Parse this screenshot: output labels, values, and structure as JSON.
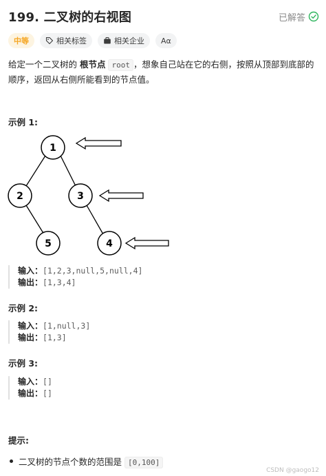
{
  "header": {
    "title": "199. 二叉树的右视图",
    "solved_label": "已解答"
  },
  "tags": {
    "difficulty": "中等",
    "related_tags": "相关标签",
    "related_companies": "相关企业",
    "font_toggle": "Aα"
  },
  "description": {
    "part1": "给定一个二叉树的 ",
    "bold": "根节点",
    "code": "root",
    "part2": "，想象自己站在它的右侧，按照从顶部到底部的顺序，返回从右侧所能看到的节点值。"
  },
  "tree": {
    "nodes": [
      "1",
      "2",
      "3",
      "5",
      "4"
    ]
  },
  "examples": [
    {
      "heading": "示例 1:",
      "input_label": "输入：",
      "input": "[1,2,3,null,5,null,4]",
      "output_label": "输出：",
      "output": "[1,3,4]"
    },
    {
      "heading": "示例 2:",
      "input_label": "输入：",
      "input": "[1,null,3]",
      "output_label": "输出：",
      "output": "[1,3]"
    },
    {
      "heading": "示例 3:",
      "input_label": "输入：",
      "input": "[]",
      "output_label": "输出：",
      "output": "[]"
    }
  ],
  "hints": {
    "heading": "提示:",
    "items": [
      {
        "text": "二叉树的节点个数的范围是 ",
        "code": "[0,100]"
      }
    ]
  },
  "watermark": "CSDN @gaogo12",
  "colors": {
    "difficulty": "#f5a623",
    "tag_bg": "#f2f3f4",
    "text": "#262626"
  }
}
